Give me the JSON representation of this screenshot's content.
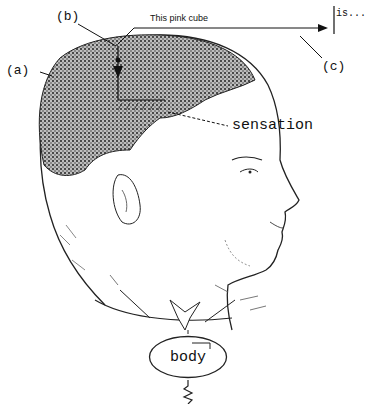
{
  "diagram": {
    "nodes": [
      {
        "text": [
          "body"
        ]
      }
    ],
    "labels": [
      "(b)",
      "This pink cube",
      "is...",
      "(a)",
      "(c)",
      "sensation"
    ]
  }
}
